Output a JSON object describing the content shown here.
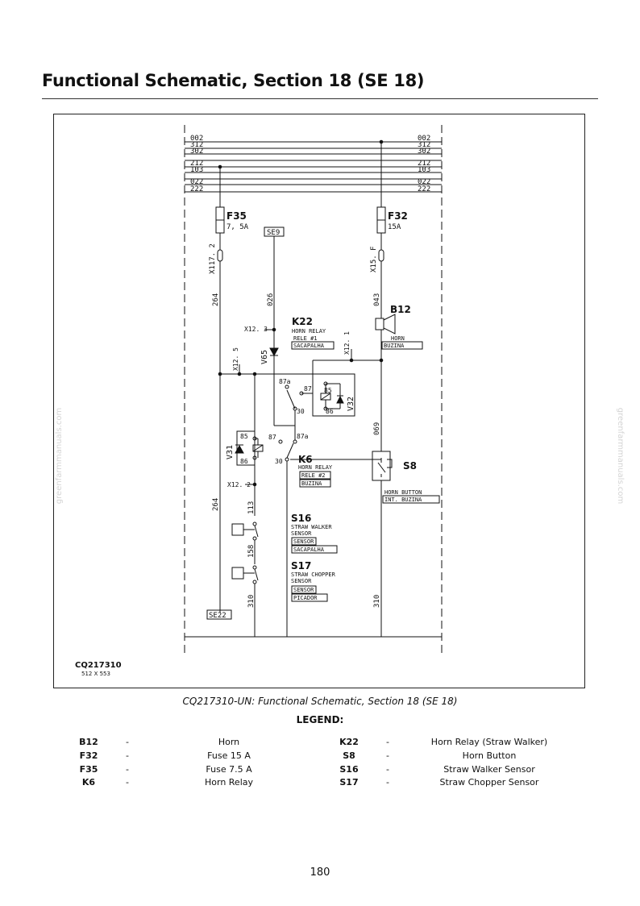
{
  "page": {
    "title": "Functional Schematic, Section 18 (SE 18)",
    "page_number": "180",
    "watermark": "greenfarmmanuals.com"
  },
  "schematic": {
    "bus_lines": [
      "002",
      "312",
      "302",
      "212",
      "103",
      "022",
      "222"
    ],
    "drawing_id": "CQ217310",
    "drawing_scale": "512 X 553",
    "components": {
      "F35": {
        "code": "F35",
        "rating": "7, 5A"
      },
      "F32": {
        "code": "F32",
        "rating": "15A"
      },
      "K22": {
        "code": "K22",
        "desc1": "HORN RELAY",
        "desc2": "RELE #1",
        "desc3": "SACAPALHA"
      },
      "B12": {
        "code": "B12",
        "desc1": "HORN",
        "desc2": "BUZINA"
      },
      "K6": {
        "code": "K6",
        "desc1": "HORN RELAY",
        "desc2": "RELE #2",
        "desc3": "BUZINA"
      },
      "S8": {
        "code": "S8",
        "desc1": "HORN BUTTON",
        "desc2": "INT. BUZINA"
      },
      "S16": {
        "code": "S16",
        "desc1": "STRAW WALKER",
        "desc2": "SENSOR",
        "desc3": "SENSOR",
        "desc4": "SACAPALHA"
      },
      "S17": {
        "code": "S17",
        "desc1": "STRAW CHOPPER",
        "desc2": "SENSOR",
        "desc3": "SENSOR",
        "desc4": "PICADOR"
      },
      "V65": {
        "code": "V65"
      },
      "V32": {
        "code": "V32"
      },
      "V31": {
        "code": "V31"
      }
    },
    "connectors": {
      "X117_2": "X117. 2",
      "X15_F": "X15. F",
      "X12_3": "X12. 3",
      "X12_1": "X12. 1",
      "X12_5": "X12. 5",
      "X12_2": "X12. 2"
    },
    "refs": {
      "SE9": "SE9",
      "SE22": "SE22"
    },
    "wires": {
      "w264a": "264",
      "w264b": "264",
      "w026": "026",
      "w043": "043",
      "w069": "069",
      "w113": "113",
      "w158": "158",
      "w310a": "310",
      "w310b": "310"
    },
    "pins": {
      "k22_87a": "87a",
      "k22_87": "87",
      "k22_85": "85",
      "k22_86": "86",
      "k22_30": "30",
      "k6_85": "85",
      "k6_86": "86",
      "k6_87": "87",
      "k6_87a": "87a",
      "k6_30": "30"
    }
  },
  "caption": "CQ217310-UN: Functional Schematic, Section 18 (SE 18)",
  "legend": {
    "title": "LEGEND:",
    "left": [
      {
        "code": "B12",
        "dash": "-",
        "desc": "Horn"
      },
      {
        "code": "F32",
        "dash": "-",
        "desc": "Fuse 15 A"
      },
      {
        "code": "F35",
        "dash": "-",
        "desc": "Fuse 7.5 A"
      },
      {
        "code": "K6",
        "dash": "-",
        "desc": "Horn Relay"
      }
    ],
    "right": [
      {
        "code": "K22",
        "dash": "-",
        "desc": "Horn Relay (Straw Walker)"
      },
      {
        "code": "S8",
        "dash": "-",
        "desc": "Horn Button"
      },
      {
        "code": "S16",
        "dash": "-",
        "desc": "Straw Walker Sensor"
      },
      {
        "code": "S17",
        "dash": "-",
        "desc": "Straw Chopper Sensor"
      }
    ]
  }
}
